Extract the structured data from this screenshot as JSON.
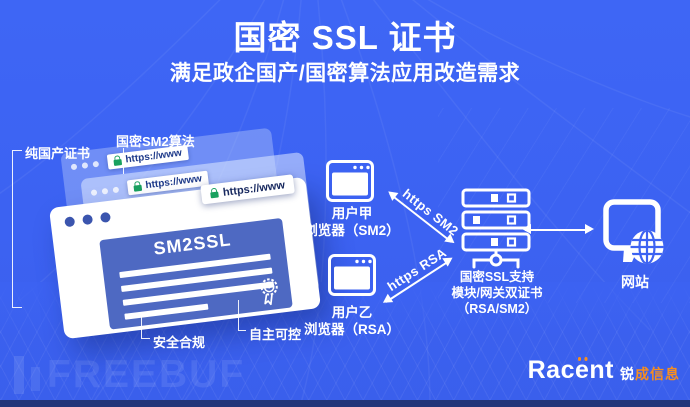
{
  "header": {
    "title": "国密 SSL 证书",
    "subtitle": "满足政企国产/国密算法应用改造需求"
  },
  "browser_stack": {
    "url": "https://www",
    "certificate_title": "SM2SSL",
    "callout_pure_domestic": "纯国产证书",
    "callout_sm2": "国密SM2算法",
    "callout_compliance": "安全合规",
    "callout_controllable": "自主可控"
  },
  "clients": {
    "a": {
      "line1": "用户甲",
      "line2": "浏览器（SM2）",
      "protocol": "https SM2"
    },
    "b": {
      "line1": "用户乙",
      "line2": "浏览器（RSA）",
      "protocol": "https RSA"
    }
  },
  "gateway": {
    "line1": "国密SSL支持",
    "line2": "模块/网关双证书",
    "line3": "（RSA/SM2）"
  },
  "website": {
    "label": "网站"
  },
  "branding": {
    "latin_prefix": "Rac",
    "latin_e": "e",
    "latin_suffix": "nt",
    "cn_white": "锐",
    "cn_orange": "成信息"
  },
  "watermark": {
    "text": "FREEBUF"
  },
  "colors": {
    "background": "#3C63F2",
    "accent_orange": "#F78E1E",
    "lock_green": "#19A15F",
    "card_blue": "#4E69C2"
  }
}
